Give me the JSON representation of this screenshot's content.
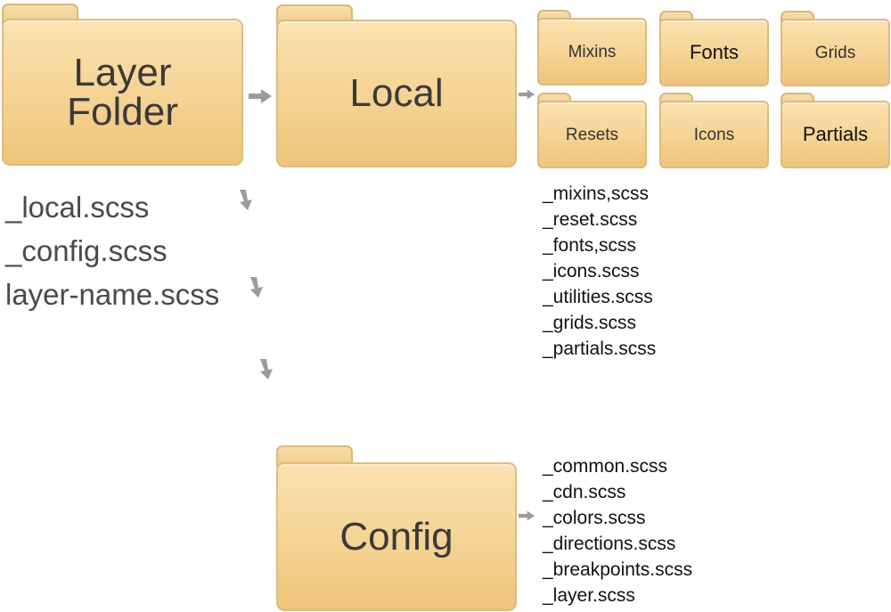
{
  "folders": {
    "layer": "Layer Folder",
    "local": "Local",
    "config": "Config",
    "mixins": "Mixins",
    "fonts": "Fonts",
    "grids": "Grids",
    "resets": "Resets",
    "icons": "Icons",
    "partials": "Partials"
  },
  "layer_files": [
    "_local.scss",
    "_config.scss",
    "layer-name.scss"
  ],
  "local_files": [
    "_mixins,scss",
    "_reset.scss",
    "_fonts,scss",
    "_icons.scss",
    "_utilities.scss",
    "_grids.scss",
    "_partials.scss"
  ],
  "config_files": [
    "_common.scss",
    "_cdn.scss",
    "_colors.scss",
    "_directions.scss",
    "_breakpoints.scss",
    "_layer.scss"
  ],
  "colors": {
    "folder": "#f5d393",
    "folder_border": "#dcbc82",
    "arrow": "#9b9b9b"
  }
}
